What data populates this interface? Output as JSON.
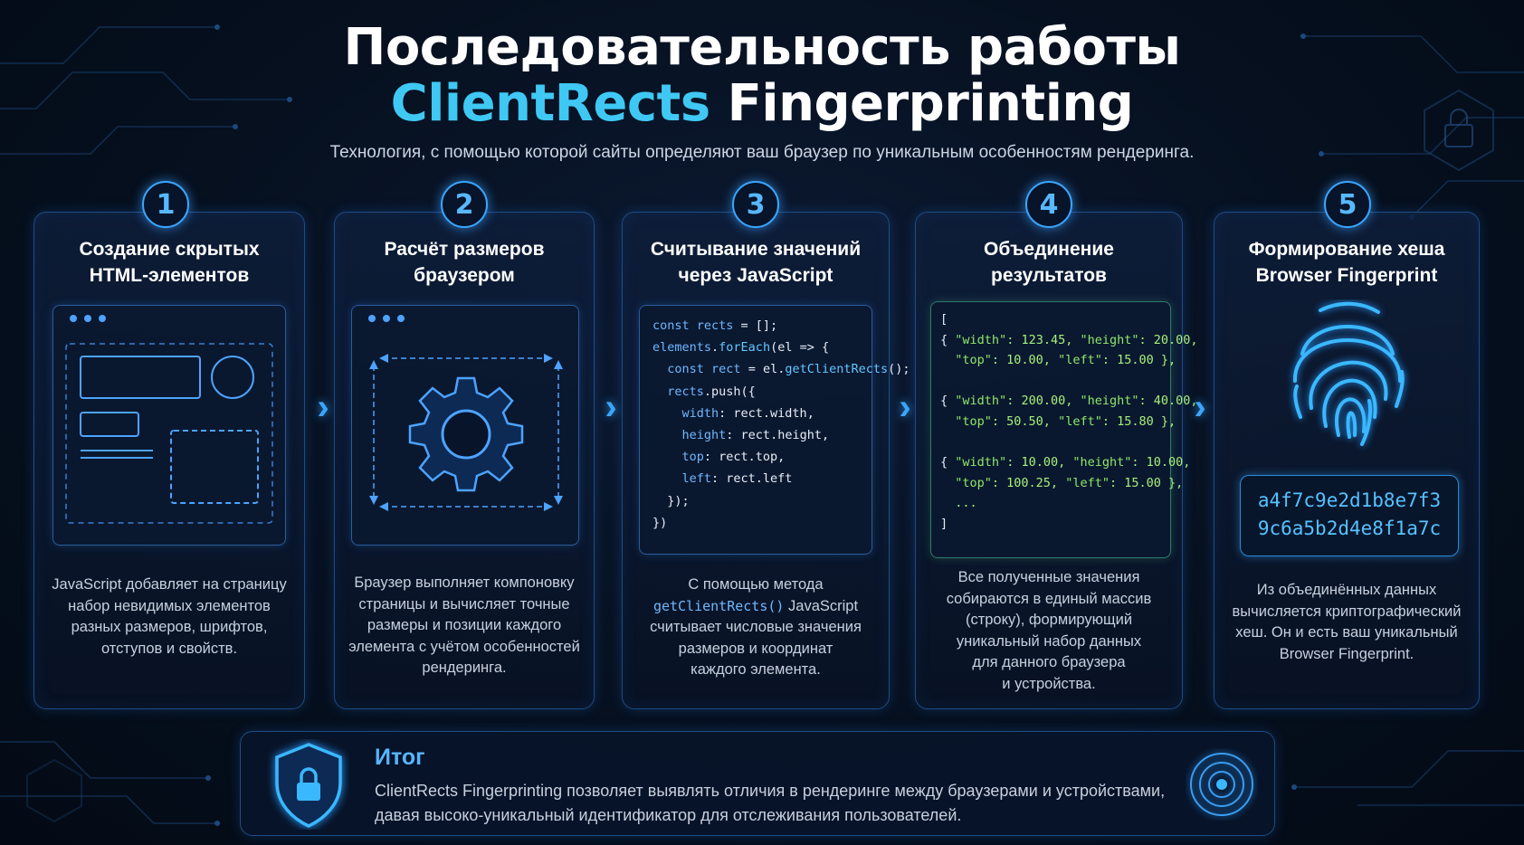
{
  "header": {
    "title_line1": "Последовательность работы",
    "title_accent": "ClientRects",
    "title_rest": " Fingerprinting",
    "subtitle": "Технология, с помощью которой сайты определяют ваш браузер по уникальным особенностям рендеринга."
  },
  "steps": [
    {
      "number": "1",
      "title": "Создание скрытых\nHTML-элементов",
      "description": "JavaScript добавляет на страницу\nнабор невидимых элементов\nразных размеров, шрифтов,\nотступов и свойств."
    },
    {
      "number": "2",
      "title": "Расчёт размеров\nбраузером",
      "description": "Браузер выполняет компоновку\nстраницы и вычисляет точные\nразмеры и позиции каждого\nэлемента с учётом особенностей\nрендеринга."
    },
    {
      "number": "3",
      "title": "Считывание значений\nчерез JavaScript",
      "description_pre": "С помощью метода",
      "description_code": "getClientRects()",
      "description_post": " JavaScript\nсчитывает числовые значения\nразмеров и координат\nкаждого элемента.",
      "code_lines": [
        "const rects = [];",
        "elements.forEach(el => {",
        "  const rect = el.getClientRects();",
        "  rects.push({",
        "    width: rect.width,",
        "    height: rect.height,",
        "    top: rect.top,",
        "    left: rect.left",
        "  });",
        "})"
      ]
    },
    {
      "number": "4",
      "title": "Объединение\nрезультатов",
      "description": "Все полученные значения\nсобираются в единый массив\n(строку), формирующий\nуникальный набор данных\nдля данного браузера\nи устройства.",
      "json_lines": [
        "[",
        "{ \"width\": 123.45, \"height\": 20.00,",
        "  \"top\": 10.00, \"left\": 15.00 },",
        "",
        "{ \"width\": 200.00, \"height\": 40.00,",
        "  \"top\": 50.50, \"left\": 15.80 },",
        "",
        "{ \"width\": 10.00, \"height\": 10.00,",
        "  \"top\": 100.25, \"left\": 15.00 },",
        "  ...",
        "]"
      ]
    },
    {
      "number": "5",
      "title": "Формирование хеша\nBrowser Fingerprint",
      "hash_line1": "a4f7c9e2d1b8e7f3",
      "hash_line2": "9c6a5b2d4e8f1a7c",
      "description": "Из объединённых данных\nвычисляется криптографический\nхеш. Он и есть ваш уникальный\nBrowser Fingerprint."
    }
  ],
  "summary": {
    "title": "Итог",
    "text": "ClientRects Fingerprinting позволяет выявлять отличия в рендеринге между браузерами и устройствами,\nдавая высоко-уникальный идентификатор для отслеживания пользователей."
  },
  "icons": {
    "arrow": "chevron-right-icon",
    "shield": "shield-lock-icon",
    "target": "target-icon",
    "fingerprint": "fingerprint-icon",
    "gear": "gear-icon",
    "lock": "lock-icon"
  },
  "colors": {
    "accent": "#3fc8f4",
    "border": "#1d4c86",
    "glow": "#3aa6ff",
    "json_text": "#a6f07a"
  }
}
